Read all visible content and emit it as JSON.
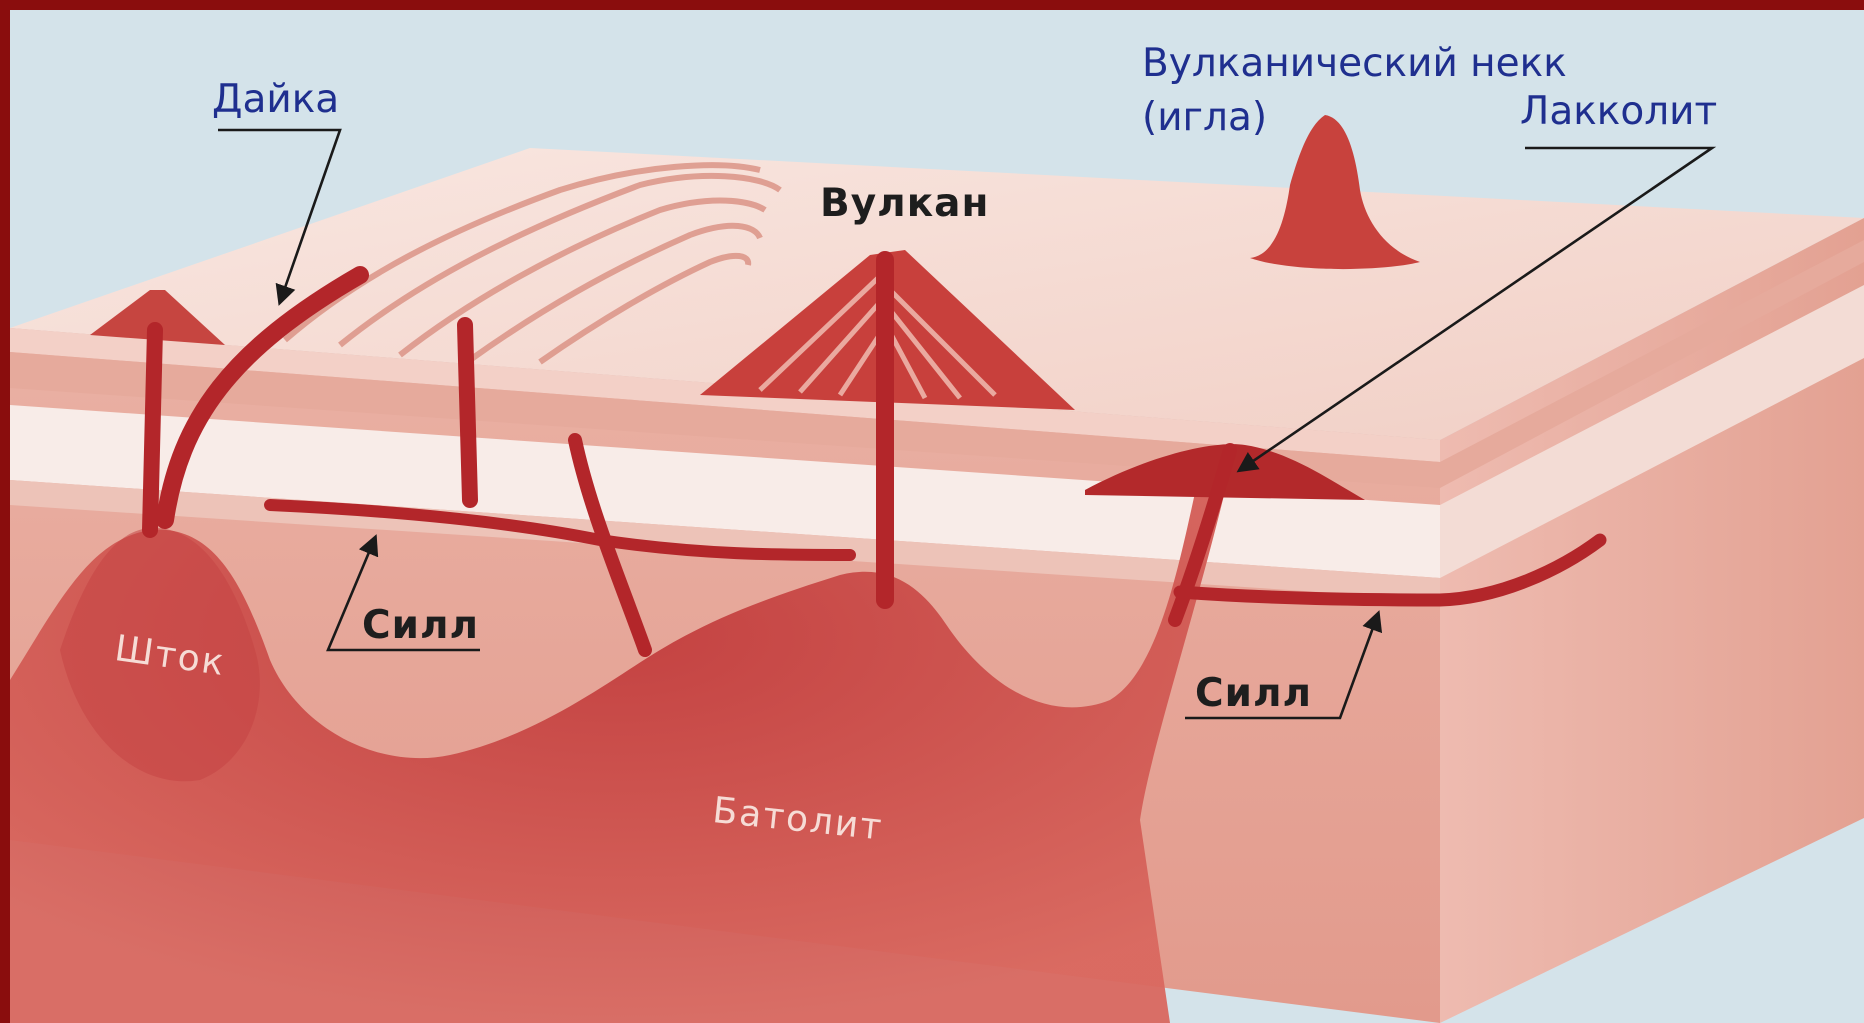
{
  "labels": {
    "dike": "Дайка",
    "neck_line1": "Вулканический некк",
    "neck_line2": "(игла)",
    "laccolith": "Лакколит",
    "volcano": "Вулкан",
    "sill_left": "Силл",
    "sill_right": "Силл",
    "stock": "Шток",
    "batholith": "Батолит"
  },
  "colors": {
    "frame": "#8a0d0d",
    "background": "#d4e3ea",
    "rock_light": "#f7dcd4",
    "rock_mid": "#e2998b",
    "magma": "#b2262a",
    "label_blue": "#1f2f8f"
  }
}
